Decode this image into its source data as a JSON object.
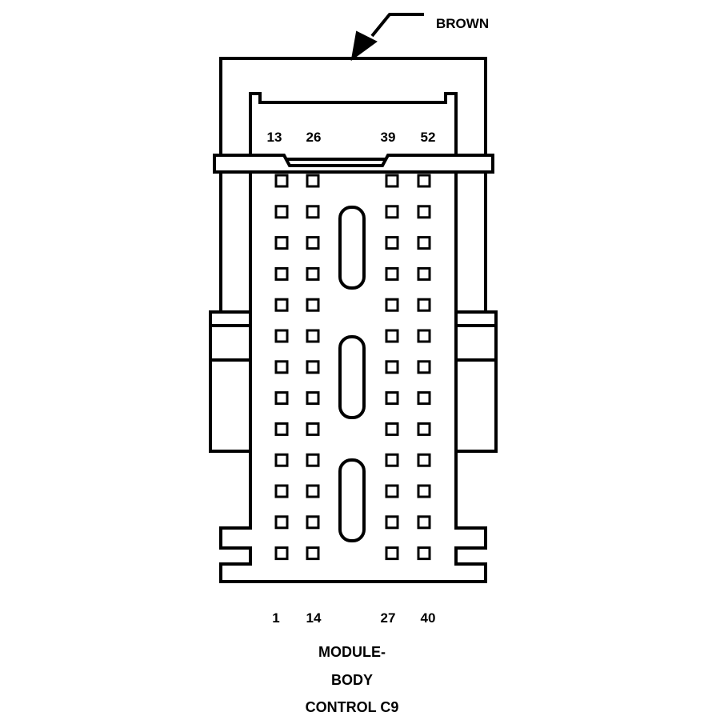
{
  "callout": {
    "color_label": "BROWN"
  },
  "pin_labels": {
    "top": [
      "13",
      "26",
      "39",
      "52"
    ],
    "bottom": [
      "1",
      "14",
      "27",
      "40"
    ]
  },
  "connector": {
    "pin_columns": 4,
    "pins_per_column": 13
  },
  "caption": {
    "line1": "MODULE-",
    "line2": "BODY",
    "line3": "CONTROL C9"
  }
}
